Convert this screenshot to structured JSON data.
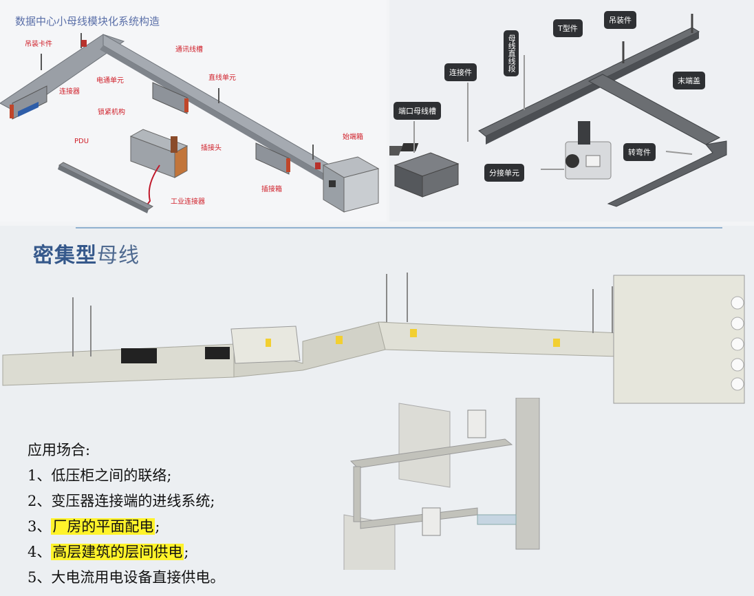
{
  "panel1": {
    "title": "数据中心小母线模块化系统构造",
    "labels": {
      "hanger": "吊装卡件",
      "comm_trough": "通讯线槽",
      "straight": "直线单元",
      "connector": "连接器",
      "elec_unit": "电通单元",
      "lock": "锁紧机构",
      "plug_head": "插接头",
      "pdu": "PDU",
      "ind_connector": "工业连接器",
      "plug_box": "插接箱",
      "start_box": "始端箱"
    }
  },
  "panel2": {
    "callouts": {
      "t_piece": "T型件",
      "hanger": "吊装件",
      "straight": "母线直线段",
      "joint": "连接件",
      "end_cap": "末端盖",
      "port_trough": "端口母线槽",
      "elbow": "转弯件",
      "branch": "分接单元"
    }
  },
  "panel3": {
    "title_bold": "密集型",
    "title_normal": "母线",
    "apps_heading": "应用场合:",
    "apps": [
      {
        "num": "1、",
        "text": "低压柜之间的联络;",
        "highlight": false
      },
      {
        "num": "2、",
        "text": "变压器连接端的进线系统;",
        "highlight": false
      },
      {
        "num": "3、",
        "text": "厂房的平面配电",
        "tail": ";",
        "highlight": true
      },
      {
        "num": "4、",
        "text": "高层建筑的层间供电",
        "tail": ";",
        "highlight": true
      },
      {
        "num": "5、",
        "text": "大电流用电设备直接供电。",
        "highlight": false
      }
    ]
  }
}
